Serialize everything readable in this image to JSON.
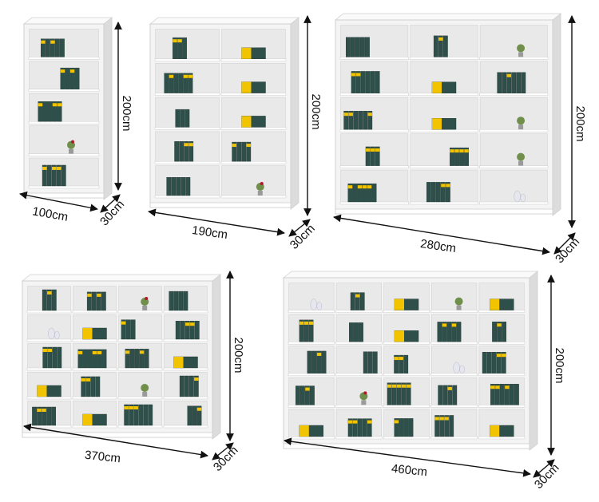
{
  "shelves": [
    {
      "id": "shelf-1",
      "width_label": "100cm",
      "height_label": "200cm",
      "depth_label": "30cm"
    },
    {
      "id": "shelf-2",
      "width_label": "190cm",
      "height_label": "200cm",
      "depth_label": "30cm"
    },
    {
      "id": "shelf-3",
      "width_label": "280cm",
      "height_label": "200cm",
      "depth_label": "30cm"
    },
    {
      "id": "shelf-4",
      "width_label": "370cm",
      "height_label": "200cm",
      "depth_label": "30cm"
    },
    {
      "id": "shelf-5",
      "width_label": "460cm",
      "height_label": "200cm",
      "depth_label": "30cm"
    }
  ],
  "colors": {
    "frame": "#f4f4f4",
    "frame_edge": "#cfcfcf",
    "interior": "#e9e9e9",
    "book_dark": "#2f4f4a",
    "book_yellow": "#f2c400",
    "plant": "#6f8f4a",
    "vase": "#e6e6ee",
    "flower": "#b0192a"
  }
}
